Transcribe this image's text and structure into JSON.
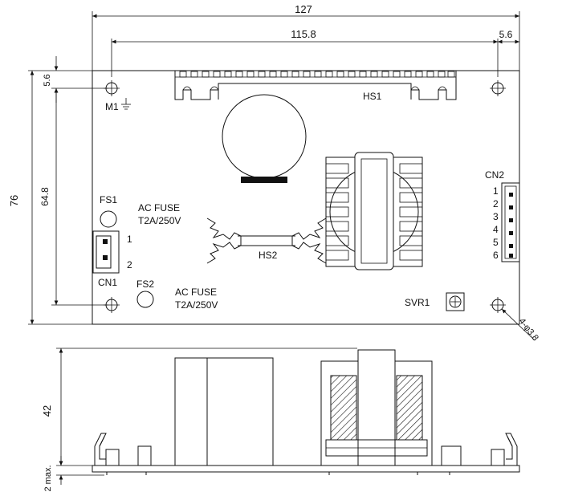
{
  "dimensions": {
    "overall_width": "127",
    "mount_spacing_x": "115.8",
    "edge_offset_x": "5.6",
    "overall_height": "76",
    "edge_offset_y": "5.6",
    "mount_spacing_y": "64.8",
    "component_height": "42",
    "pin_max": "2 max.",
    "hole_spec": "4-φ3.8"
  },
  "labels": {
    "m1": "M1",
    "hs1": "HS1",
    "hs2": "HS2",
    "fs1": "FS1",
    "fs2": "FS2",
    "cn1": "CN1",
    "cn2": "CN2",
    "svr1": "SVR1",
    "fuse1_line1": "AC FUSE",
    "fuse1_line2": "T2A/250V",
    "fuse2_line1": "AC FUSE",
    "fuse2_line2": "T2A/250V"
  },
  "cn1_pins": [
    "1",
    "2"
  ],
  "cn2_pins": [
    "1",
    "2",
    "3",
    "4",
    "5",
    "6"
  ],
  "icons": {
    "ground": "ground-icon",
    "mount_hole": "mounting-hole-icon",
    "potentiometer": "trimmer-icon"
  }
}
